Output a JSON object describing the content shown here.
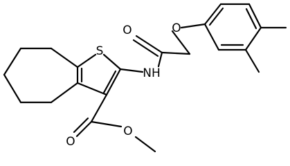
{
  "structure": {
    "atom_labels": {
      "sulfur": "S",
      "amide_nh": "NH",
      "amide_oxygen": "O",
      "ether_oxygen": "O",
      "ester_carbonyl_oxygen": "O",
      "ester_oxygen": "O"
    }
  }
}
